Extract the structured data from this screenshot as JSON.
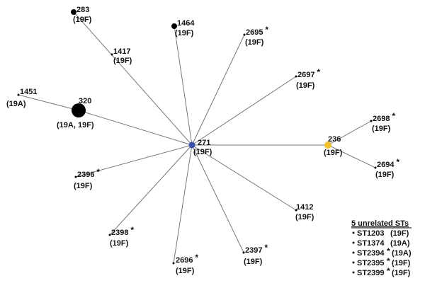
{
  "nodes": [
    {
      "id": "271",
      "label": "271",
      "serotype": "(19F)",
      "star": false,
      "color": "#3a4fa8"
    },
    {
      "id": "236",
      "label": "236",
      "serotype": "(19F)",
      "star": false,
      "color": "#f2c12e"
    },
    {
      "id": "320",
      "label": "320",
      "serotype": "(19A, 19F)",
      "star": false,
      "color": "#000000"
    },
    {
      "id": "283",
      "label": "283",
      "serotype": "(19F)",
      "star": false,
      "color": "#000000"
    },
    {
      "id": "1464",
      "label": "1464",
      "serotype": "(19F)",
      "star": false,
      "color": "#000000"
    },
    {
      "id": "1451",
      "label": "1451",
      "serotype": "(19A)",
      "star": false,
      "color": "#000000"
    },
    {
      "id": "1417",
      "label": "1417",
      "serotype": "(19F)",
      "star": false,
      "color": "#000000"
    },
    {
      "id": "2695",
      "label": "2695",
      "serotype": "(19F)",
      "star": true,
      "color": "#000000"
    },
    {
      "id": "2697",
      "label": "2697",
      "serotype": "(19F)",
      "star": true,
      "color": "#000000"
    },
    {
      "id": "2698",
      "label": "2698",
      "serotype": "(19F)",
      "star": true,
      "color": "#000000"
    },
    {
      "id": "2694",
      "label": "2694",
      "serotype": "(19F)",
      "star": true,
      "color": "#000000"
    },
    {
      "id": "2396",
      "label": "2396",
      "serotype": "(19F)",
      "star": true,
      "color": "#000000"
    },
    {
      "id": "1412",
      "label": "1412",
      "serotype": "(19F)",
      "star": false,
      "color": "#000000"
    },
    {
      "id": "2398",
      "label": "2398",
      "serotype": "(19F)",
      "star": true,
      "color": "#000000"
    },
    {
      "id": "2696",
      "label": "2696",
      "serotype": "(19F)",
      "star": true,
      "color": "#000000"
    },
    {
      "id": "2397",
      "label": "2397",
      "serotype": "(19F)",
      "star": true,
      "color": "#000000"
    }
  ],
  "edges": [
    [
      "271",
      "283"
    ],
    [
      "271",
      "1464"
    ],
    [
      "271",
      "2695"
    ],
    [
      "271",
      "2697"
    ],
    [
      "271",
      "320"
    ],
    [
      "271",
      "236"
    ],
    [
      "271",
      "2396"
    ],
    [
      "271",
      "1412"
    ],
    [
      "271",
      "2398"
    ],
    [
      "271",
      "2696"
    ],
    [
      "271",
      "2397"
    ],
    [
      "320",
      "1451"
    ],
    [
      "236",
      "2698"
    ],
    [
      "236",
      "2694"
    ]
  ],
  "star_glyph": "*",
  "legend": {
    "title": "5 unrelated STs",
    "items": [
      {
        "st": "ST1203",
        "serotype": "(19F)",
        "star": false
      },
      {
        "st": "ST1374",
        "serotype": "(19A)",
        "star": false
      },
      {
        "st": "ST2394",
        "serotype": "(19A)",
        "star": true
      },
      {
        "st": "ST2395",
        "serotype": "(19F)",
        "star": true
      },
      {
        "st": "ST2399",
        "serotype": "(19F)",
        "star": true
      }
    ]
  }
}
